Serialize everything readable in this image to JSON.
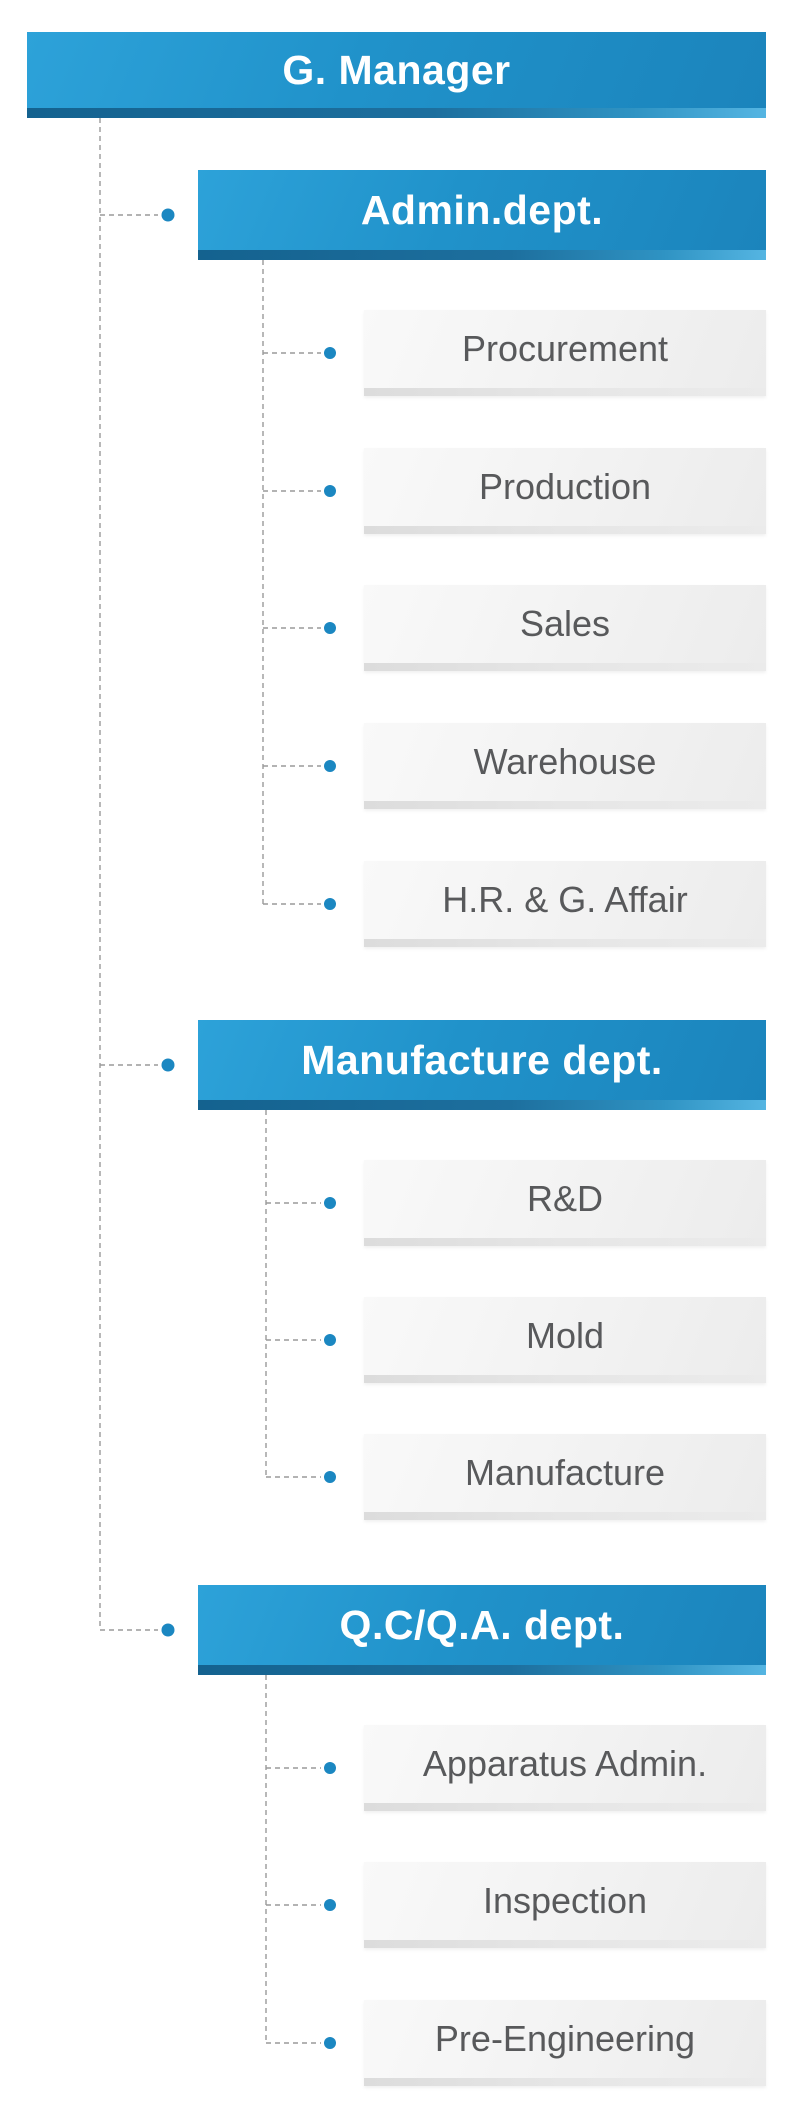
{
  "org": {
    "root": {
      "label": "G. Manager"
    },
    "departments": [
      {
        "label": "Admin.dept.",
        "children": [
          {
            "label": "Procurement"
          },
          {
            "label": "Production"
          },
          {
            "label": "Sales"
          },
          {
            "label": "Warehouse"
          },
          {
            "label": "H.R. & G. Affair"
          }
        ]
      },
      {
        "label": "Manufacture dept.",
        "children": [
          {
            "label": "R&D"
          },
          {
            "label": "Mold"
          },
          {
            "label": "Manufacture"
          }
        ]
      },
      {
        "label": "Q.C/Q.A. dept.",
        "children": [
          {
            "label": "Apparatus Admin."
          },
          {
            "label": "Inspection"
          },
          {
            "label": "Pre-Engineering"
          }
        ]
      }
    ]
  },
  "colors": {
    "bar_blue_top": "#2da2d9",
    "bar_blue_main": "#1b84bc",
    "bar_blue_strip_left": "#14628f",
    "bar_blue_strip_right": "#55b5e2",
    "bar_gray_light": "#f4f4f4",
    "bar_gray_main": "#ececec",
    "connector_gray": "#9a9a9a",
    "dot_blue": "#1b87c1",
    "text_white": "#ffffff",
    "text_gray": "#58595b"
  }
}
